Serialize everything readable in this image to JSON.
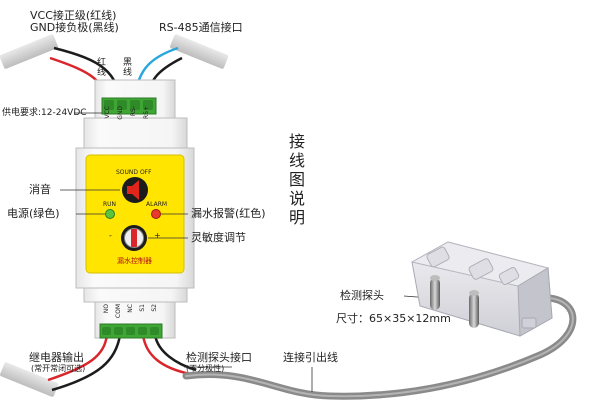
{
  "labels": {
    "vcc_red": "VCC接正级(红线)",
    "gnd_black": "GND接负极(黑线)",
    "rs485": "RS-485通信接口",
    "red_wire": "红线",
    "black_wire": "黑线",
    "power_req": "供电要求:12-24VDC",
    "mute": "消音",
    "power_led": "电源(绿色)",
    "leak_alarm": "漏水报警(红色)",
    "sensitivity": "灵敏度调节",
    "relay_out": "继电器输出",
    "relay_note": "(常开常闭可选)",
    "probe_port": "检测探头接口",
    "probe_note": "(不分极性)",
    "cable": "连接引出线",
    "probe": "检测探头",
    "size": "尺寸：65×35×12mm",
    "title_chars": [
      "接",
      "线",
      "图",
      "说",
      "明"
    ]
  },
  "panel": {
    "sound_off": "SOUND OFF",
    "run": "RUN",
    "alarm": "ALARM",
    "minus": "-",
    "plus": "+",
    "name": "漏水控制器"
  },
  "pins_top": [
    "VCC",
    "GND",
    "RS-",
    "RS+"
  ],
  "pins_bottom": [
    "NO",
    "COM",
    "NC",
    "S1",
    "S2"
  ],
  "colors": {
    "panel_yellow": "#ffe500",
    "terminal_green": "#3fa535",
    "red_wire": "#d9252b",
    "blue_wire": "#2aa7dd",
    "run_led": "#5cc43a",
    "alarm_led": "#e8392d",
    "cable_gray": "#8a8a8a"
  }
}
